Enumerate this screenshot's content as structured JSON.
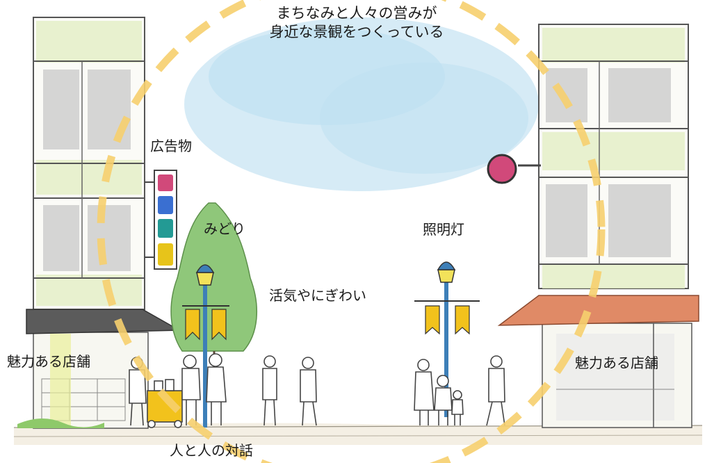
{
  "title": {
    "line1": "まちなみと人々の営みが",
    "line2": "身近な景観をつくっている"
  },
  "labels": {
    "signboard": "広告物",
    "greenery": "みどり",
    "street_light": "照明灯",
    "liveliness": "活気やにぎわい",
    "shop_left": "魅力ある店舗",
    "shop_right": "魅力ある店舗",
    "conversation": "人と人の対話"
  },
  "colors": {
    "dashed_circle": "#f6cf6e",
    "sky": "#bfe1f2",
    "tree": "#8fc77a",
    "banner": "#f2c21c",
    "pole": "#3d7fb8",
    "awning_left": "#555555",
    "awning_right": "#e08a66",
    "sign_red": "#d1497a",
    "sign_blue": "#3a6fd1",
    "sign_teal": "#239a94",
    "sign_yellow": "#e7c41a"
  }
}
